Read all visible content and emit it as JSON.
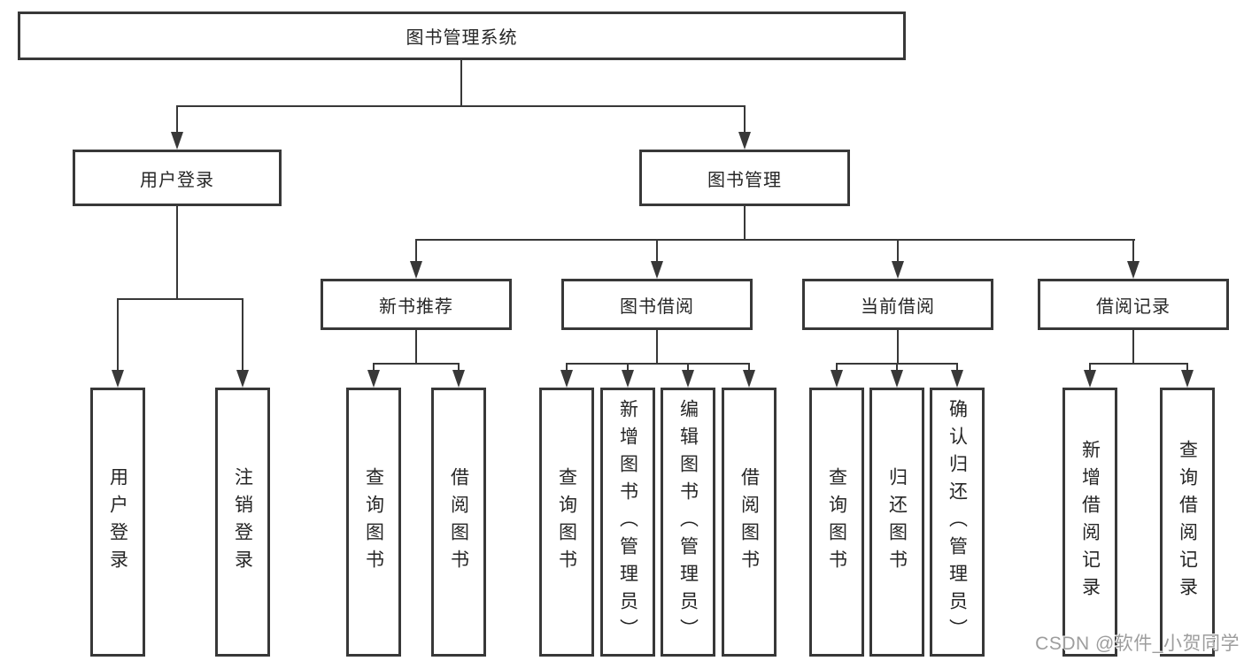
{
  "colors": {
    "line": "#383838",
    "text": "#262626",
    "background": "#ffffff",
    "watermark_color": "#9d9d9d"
  },
  "watermark": "CSDN @软件_小贺同学",
  "diagram": {
    "root": {
      "label": "图书管理系统"
    },
    "level2": [
      {
        "label": "用户登录"
      },
      {
        "label": "图书管理"
      }
    ],
    "level3": [
      {
        "label": "新书推荐"
      },
      {
        "label": "图书借阅"
      },
      {
        "label": "当前借阅"
      },
      {
        "label": "借阅记录"
      }
    ],
    "leaves": {
      "login": [
        {
          "label": "用户登录"
        },
        {
          "label": "注销登录"
        }
      ],
      "recommend": [
        {
          "label": "查询图书"
        },
        {
          "label": "借阅图书"
        }
      ],
      "borrow": [
        {
          "label": "查询图书"
        },
        {
          "label": "新增图书（管理员）"
        },
        {
          "label": "编辑图书（管理员）"
        },
        {
          "label": "借阅图书"
        }
      ],
      "current": [
        {
          "label": "查询图书"
        },
        {
          "label": "归还图书"
        },
        {
          "label": "确认归还（管理员）"
        }
      ],
      "records": [
        {
          "label": "新增借阅记录"
        },
        {
          "label": "查询借阅记录"
        }
      ]
    }
  }
}
